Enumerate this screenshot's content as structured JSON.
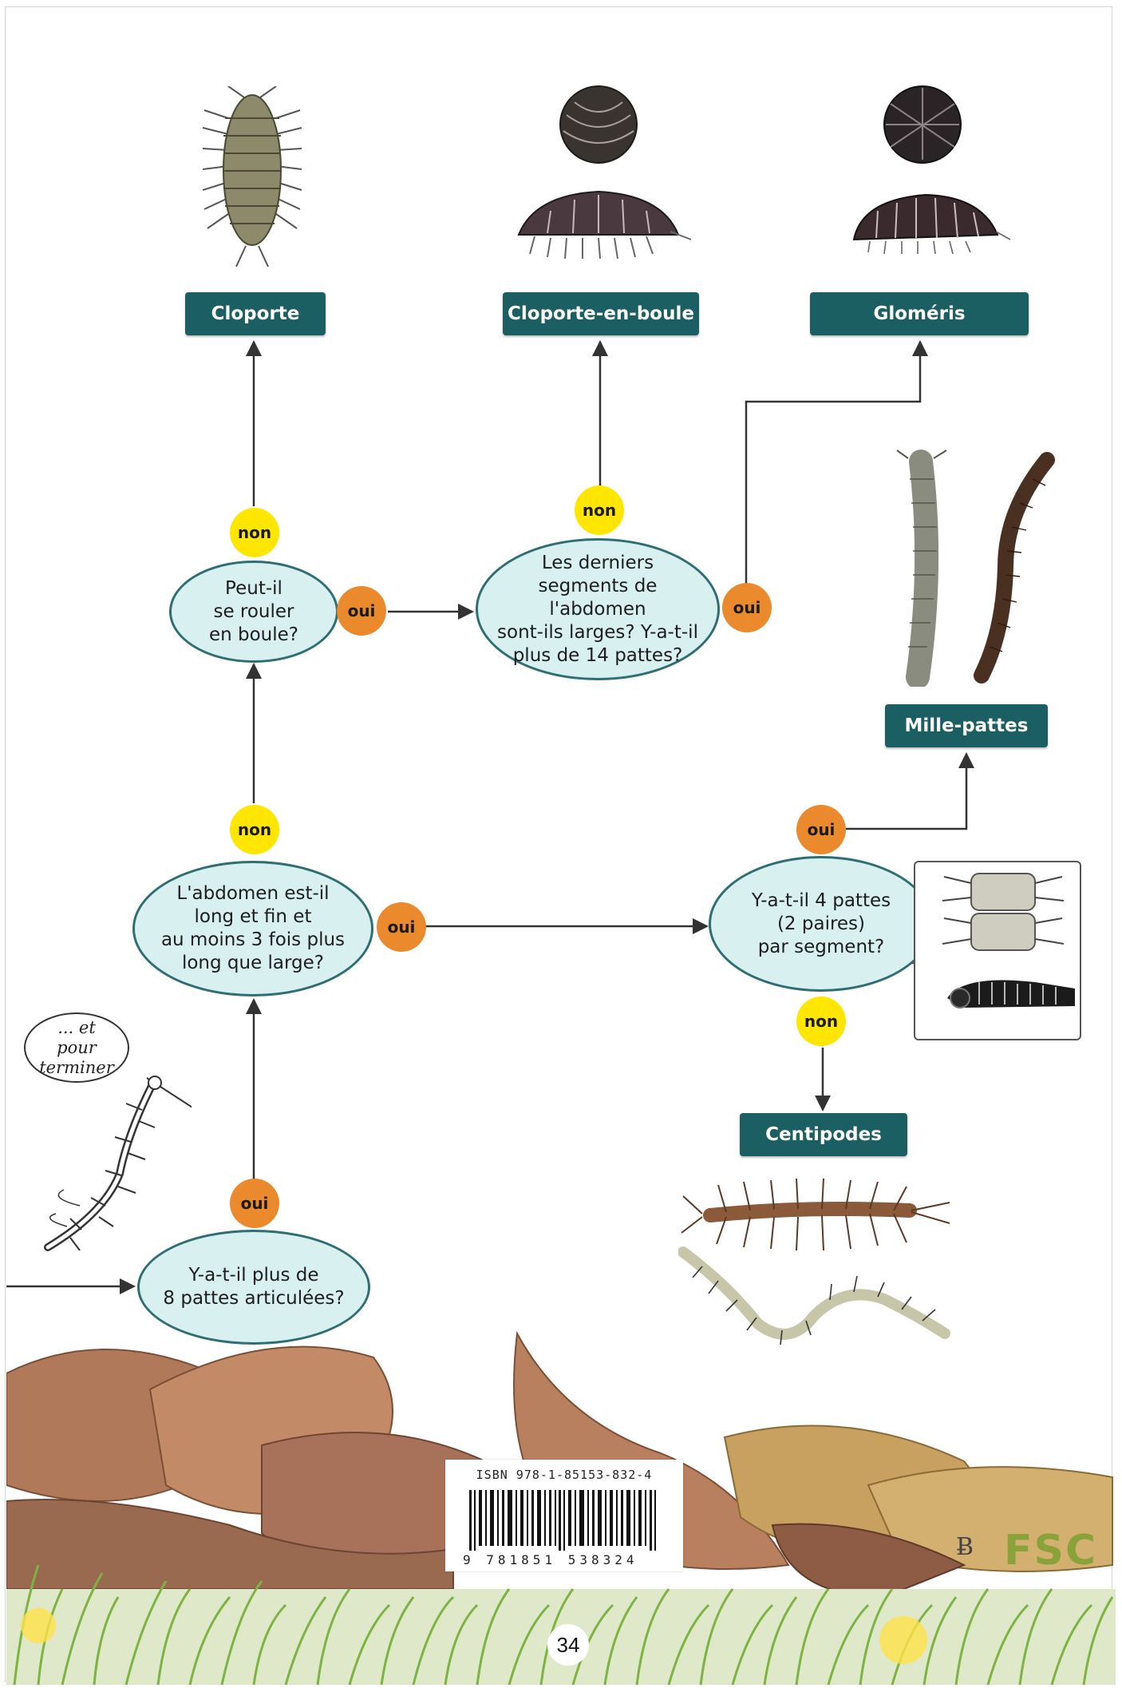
{
  "questions": {
    "q1": "Y-a-t-il plus de\n8 pattes articulées?",
    "q2": "L'abdomen est-il\nlong et fin et\nau moins 3 fois plus\nlong que large?",
    "q3": "Peut-il\nse rouler\nen boule?",
    "q4": "Les derniers\nsegments de l'abdomen\nsont-ils larges? Y-a-t-il\nplus de 14 pattes?",
    "q5": "Y-a-t-il 4 pattes\n(2 paires)\npar segment?"
  },
  "answers": {
    "yes": "oui",
    "no": "non"
  },
  "results": {
    "cloporte": "Cloporte",
    "cloporte_en_boule": "Cloporte-en-boule",
    "glomeris": "Gloméris",
    "mille_pattes": "Mille-pattes",
    "centipodes": "Centipodes"
  },
  "speech_bubble": "... et\npour\nterminer",
  "isbn_label": "ISBN 978-1-85153-832-4",
  "isbn_digits": "9 781851 538324",
  "fsc_logo": "FSC",
  "page_number": "34",
  "colors": {
    "question_fill": "#d9f0f0",
    "question_border": "#2f6e73",
    "result_label": "#1c5f63",
    "yes_badge": "#ea8a2c",
    "no_badge": "#ffe600",
    "arrow": "#333333",
    "inset_arrow": "#a02020"
  }
}
